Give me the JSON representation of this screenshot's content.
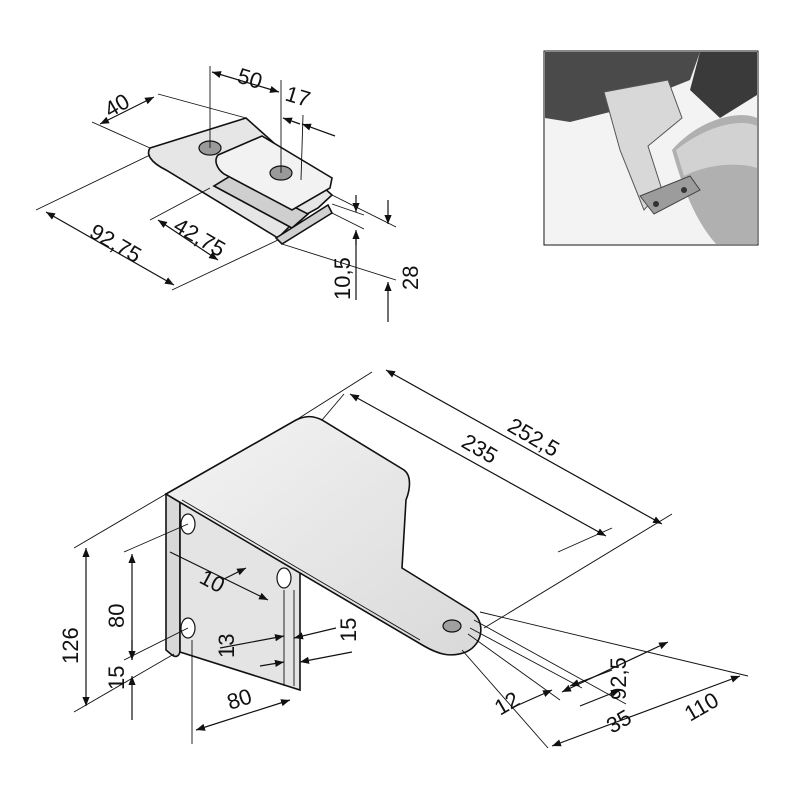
{
  "top_view": {
    "dims": {
      "width_40": "40",
      "spacing_50": "50",
      "offset_17": "17",
      "length_9275": "92,75",
      "length_4275": "42,75",
      "thickness_105": "10,5",
      "height_28": "28"
    }
  },
  "bracket_view": {
    "dims": {
      "length_2525": "252,5",
      "length_235": "235",
      "height_126": "126",
      "holes_80_v": "80",
      "edge_15_v": "15",
      "hole_10": "10",
      "gap_13": "13",
      "edge_15_h": "15",
      "holes_80_h": "80",
      "hole_12": "12",
      "depth_925": "92,5",
      "depth_35": "35",
      "depth_110": "110"
    }
  },
  "photo": {
    "icon": "mounted-bracket-photo"
  },
  "colors": {
    "line": "#111111",
    "part_fill": "#e8e8e8",
    "part_fill_dark": "#d4d4d4",
    "photo_bg": "#f2f2f2",
    "photo_dark": "#3c3c3c"
  }
}
